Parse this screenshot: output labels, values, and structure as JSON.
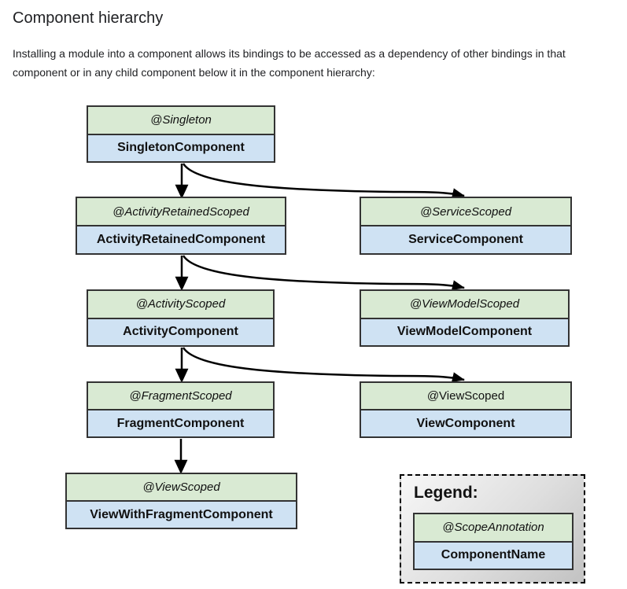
{
  "page": {
    "title": "Component hierarchy",
    "description": "Installing a module into a component allows its bindings to be accessed as a dependency of other bindings in that component or in any child component below it in the component hierarchy:"
  },
  "colors": {
    "scope_bg": "#d9ead3",
    "component_bg": "#cfe2f3",
    "box_border": "#333333",
    "arrow": "#000000",
    "text": "#202124"
  },
  "diagram": {
    "nodes": [
      {
        "scope": "@Singleton",
        "component": "SingletonComponent"
      },
      {
        "scope": "@ActivityRetainedScoped",
        "component": "ActivityRetainedComponent"
      },
      {
        "scope": "@ServiceScoped",
        "component": "ServiceComponent"
      },
      {
        "scope": "@ActivityScoped",
        "component": "ActivityComponent"
      },
      {
        "scope": "@ViewModelScoped",
        "component": "ViewModelComponent"
      },
      {
        "scope": "@FragmentScoped",
        "component": "FragmentComponent"
      },
      {
        "scope": "@ViewScoped",
        "component": "ViewComponent"
      },
      {
        "scope": "@ViewScoped",
        "component": "ViewWithFragmentComponent"
      }
    ],
    "edges": [
      {
        "from": "SingletonComponent",
        "to": "ActivityRetainedComponent"
      },
      {
        "from": "SingletonComponent",
        "to": "ServiceComponent"
      },
      {
        "from": "ActivityRetainedComponent",
        "to": "ActivityComponent"
      },
      {
        "from": "ActivityRetainedComponent",
        "to": "ViewModelComponent"
      },
      {
        "from": "ActivityComponent",
        "to": "FragmentComponent"
      },
      {
        "from": "ActivityComponent",
        "to": "ViewComponent"
      },
      {
        "from": "FragmentComponent",
        "to": "ViewWithFragmentComponent"
      }
    ]
  },
  "legend": {
    "title": "Legend:",
    "scope_label": "@ScopeAnnotation",
    "component_label": "ComponentName"
  }
}
